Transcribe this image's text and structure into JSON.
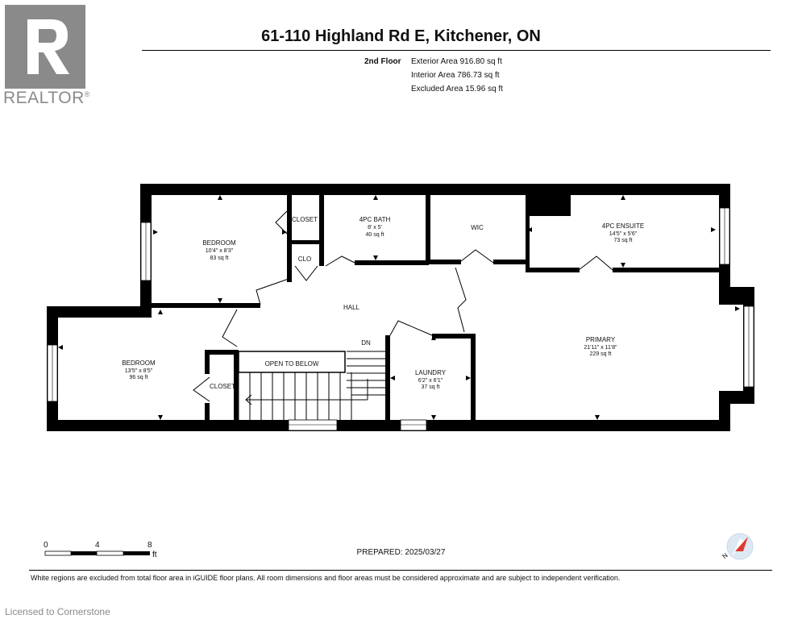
{
  "brand": {
    "name": "REALTOR",
    "mark": "®"
  },
  "title": "61-110 Highland Rd E, Kitchener, ON",
  "floor": "2nd Floor",
  "areas": {
    "exterior": "Exterior Area 916.80 sq ft",
    "interior": "Interior Area 786.73 sq ft",
    "excluded": "Excluded Area 15.96 sq ft"
  },
  "rooms": {
    "bedroom1": {
      "name": "BEDROOM",
      "dims": "10'4\" x 8'3\"",
      "area": "83 sq ft"
    },
    "closet_top": {
      "name": "CLOSET"
    },
    "clo": {
      "name": "CLO"
    },
    "bath": {
      "name": "4PC BATH",
      "dims": "8' x 5'",
      "area": "40 sq ft"
    },
    "wic": {
      "name": "WIC"
    },
    "ensuite": {
      "name": "4PC ENSUITE",
      "dims": "14'5\" x 5'6\"",
      "area": "73 sq ft"
    },
    "hall": {
      "name": "HALL"
    },
    "primary": {
      "name": "PRIMARY",
      "dims": "21'11\" x 11'8\"",
      "area": "229 sq ft"
    },
    "bedroom2": {
      "name": "BEDROOM",
      "dims": "13'5\" x 8'5\"",
      "area": "96 sq ft"
    },
    "closet_bottom": {
      "name": "CLOSET"
    },
    "open": {
      "name": "OPEN TO BELOW"
    },
    "dn": {
      "name": "DN"
    },
    "laundry": {
      "name": "LAUNDRY",
      "dims": "6'2\" x 6'1\"",
      "area": "37 sq ft"
    }
  },
  "scale": {
    "labels": [
      "0",
      "4",
      "8"
    ],
    "unit": "ft"
  },
  "prepared": "PREPARED: 2025/03/27",
  "compass": {
    "label": "N"
  },
  "disclaimer": "White regions are excluded from total floor area in iGUIDE floor plans. All room dimensions and floor areas must be considered approximate and are subject to independent verification.",
  "watermark": "Licensed to Cornerstone"
}
